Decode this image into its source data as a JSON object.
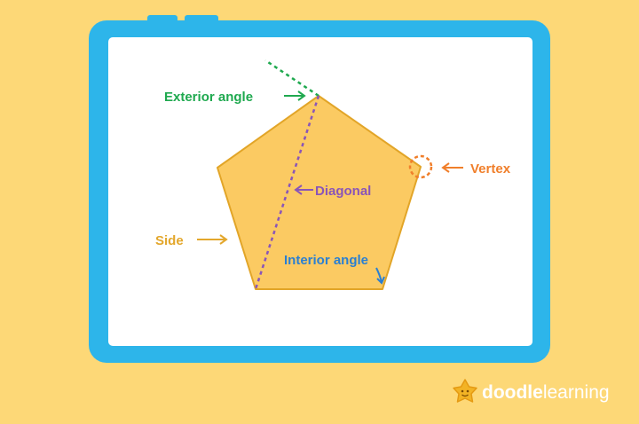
{
  "diagram": {
    "labels": {
      "exterior_angle": "Exterior angle",
      "vertex": "Vertex",
      "diagonal": "Diagonal",
      "side": "Side",
      "interior_angle": "Interior angle"
    }
  },
  "brand": {
    "name_bold": "doodle",
    "name_light": "learning"
  },
  "colors": {
    "background": "#fdd877",
    "frame": "#2db5ea",
    "screen": "#ffffff",
    "pentagon_fill": "#fbca62",
    "pentagon_stroke": "#e2a528",
    "exterior": "#1fa94f",
    "vertex": "#f07f2b",
    "diagonal": "#8a55b8",
    "side": "#e3a72c",
    "interior": "#2a7fd2"
  },
  "icons": {
    "logo": "star-icon"
  }
}
